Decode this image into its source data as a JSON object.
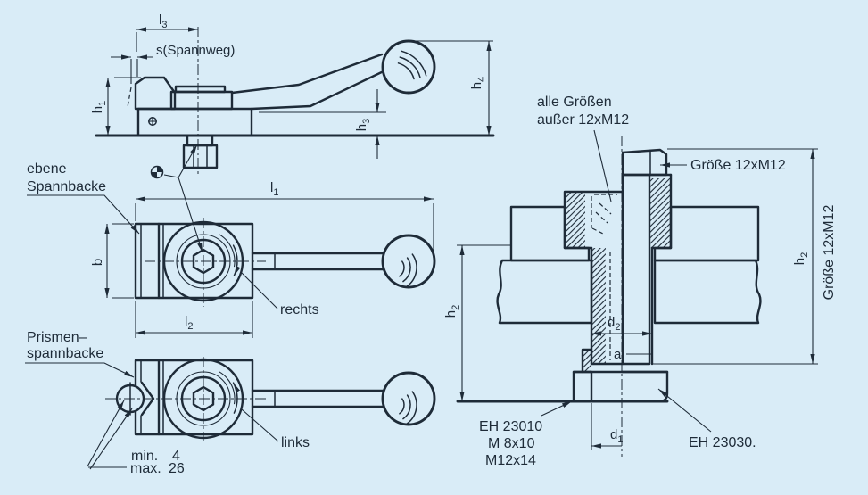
{
  "colors": {
    "background": "#d9ecf7",
    "line": "#1e2b38"
  },
  "views": {
    "side_view": {
      "spannweg_label": "s(Spannweg)"
    },
    "top_view_flat": {
      "jaw_label_line1": "ebene",
      "jaw_label_line2": "Spannbacke",
      "direction_label": "rechts"
    },
    "top_view_prism": {
      "jaw_label_line1": "Prismen–",
      "jaw_label_line2": "spannbacke",
      "direction_label": "links",
      "min_label": "min.",
      "min_value": "4",
      "max_label": "max.",
      "max_value": "26"
    },
    "section_view": {
      "note_line1": "alle Größen",
      "note_line2": "außer 12xM12",
      "size_label": "Größe 12xM12",
      "size_label_vertical": "Größe 12xM12",
      "part_left_line1": "EH 23010",
      "part_left_line2": "M 8x10",
      "part_left_line3": "M12x14",
      "part_right": "EH 23030."
    }
  },
  "dimensions": {
    "l1": {
      "base": "l",
      "sub": "1"
    },
    "l2": {
      "base": "l",
      "sub": "2"
    },
    "l3": {
      "base": "l",
      "sub": "3"
    },
    "b": {
      "base": "b",
      "sub": ""
    },
    "h1": {
      "base": "h",
      "sub": "1"
    },
    "h2": {
      "base": "h",
      "sub": "2"
    },
    "h3": {
      "base": "h",
      "sub": "3"
    },
    "h4": {
      "base": "h",
      "sub": "4"
    },
    "d1": {
      "base": "d",
      "sub": "1"
    },
    "d2": {
      "base": "d",
      "sub": "2"
    },
    "a": {
      "base": "a",
      "sub": ""
    }
  }
}
